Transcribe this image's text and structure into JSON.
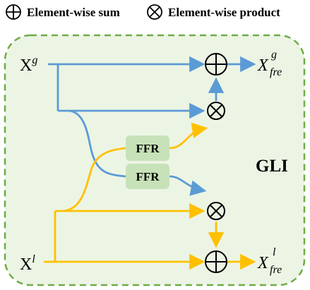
{
  "legend": {
    "sum_label": "Element-wise sum",
    "product_label": "Element-wise product"
  },
  "module": {
    "title": "GLI",
    "colors": {
      "background": "#ecf5e4",
      "border": "#6eac46",
      "blue": "#5b9bd5",
      "yellow": "#ffc000",
      "ffr_fill": "#c7e2b8"
    }
  },
  "inputs": {
    "global": {
      "base": "X",
      "sup": "g"
    },
    "local": {
      "base": "X",
      "sup": "l"
    }
  },
  "outputs": {
    "global": {
      "base": "X",
      "sup": "g",
      "sub": "fre"
    },
    "local": {
      "base": "X",
      "sup": "l",
      "sub": "fre"
    }
  },
  "blocks": {
    "ffr_top": "FFR",
    "ffr_bottom": "FFR"
  },
  "operators": {
    "sum_symbol": "plus-circle-icon",
    "product_symbol": "times-circle-icon"
  }
}
